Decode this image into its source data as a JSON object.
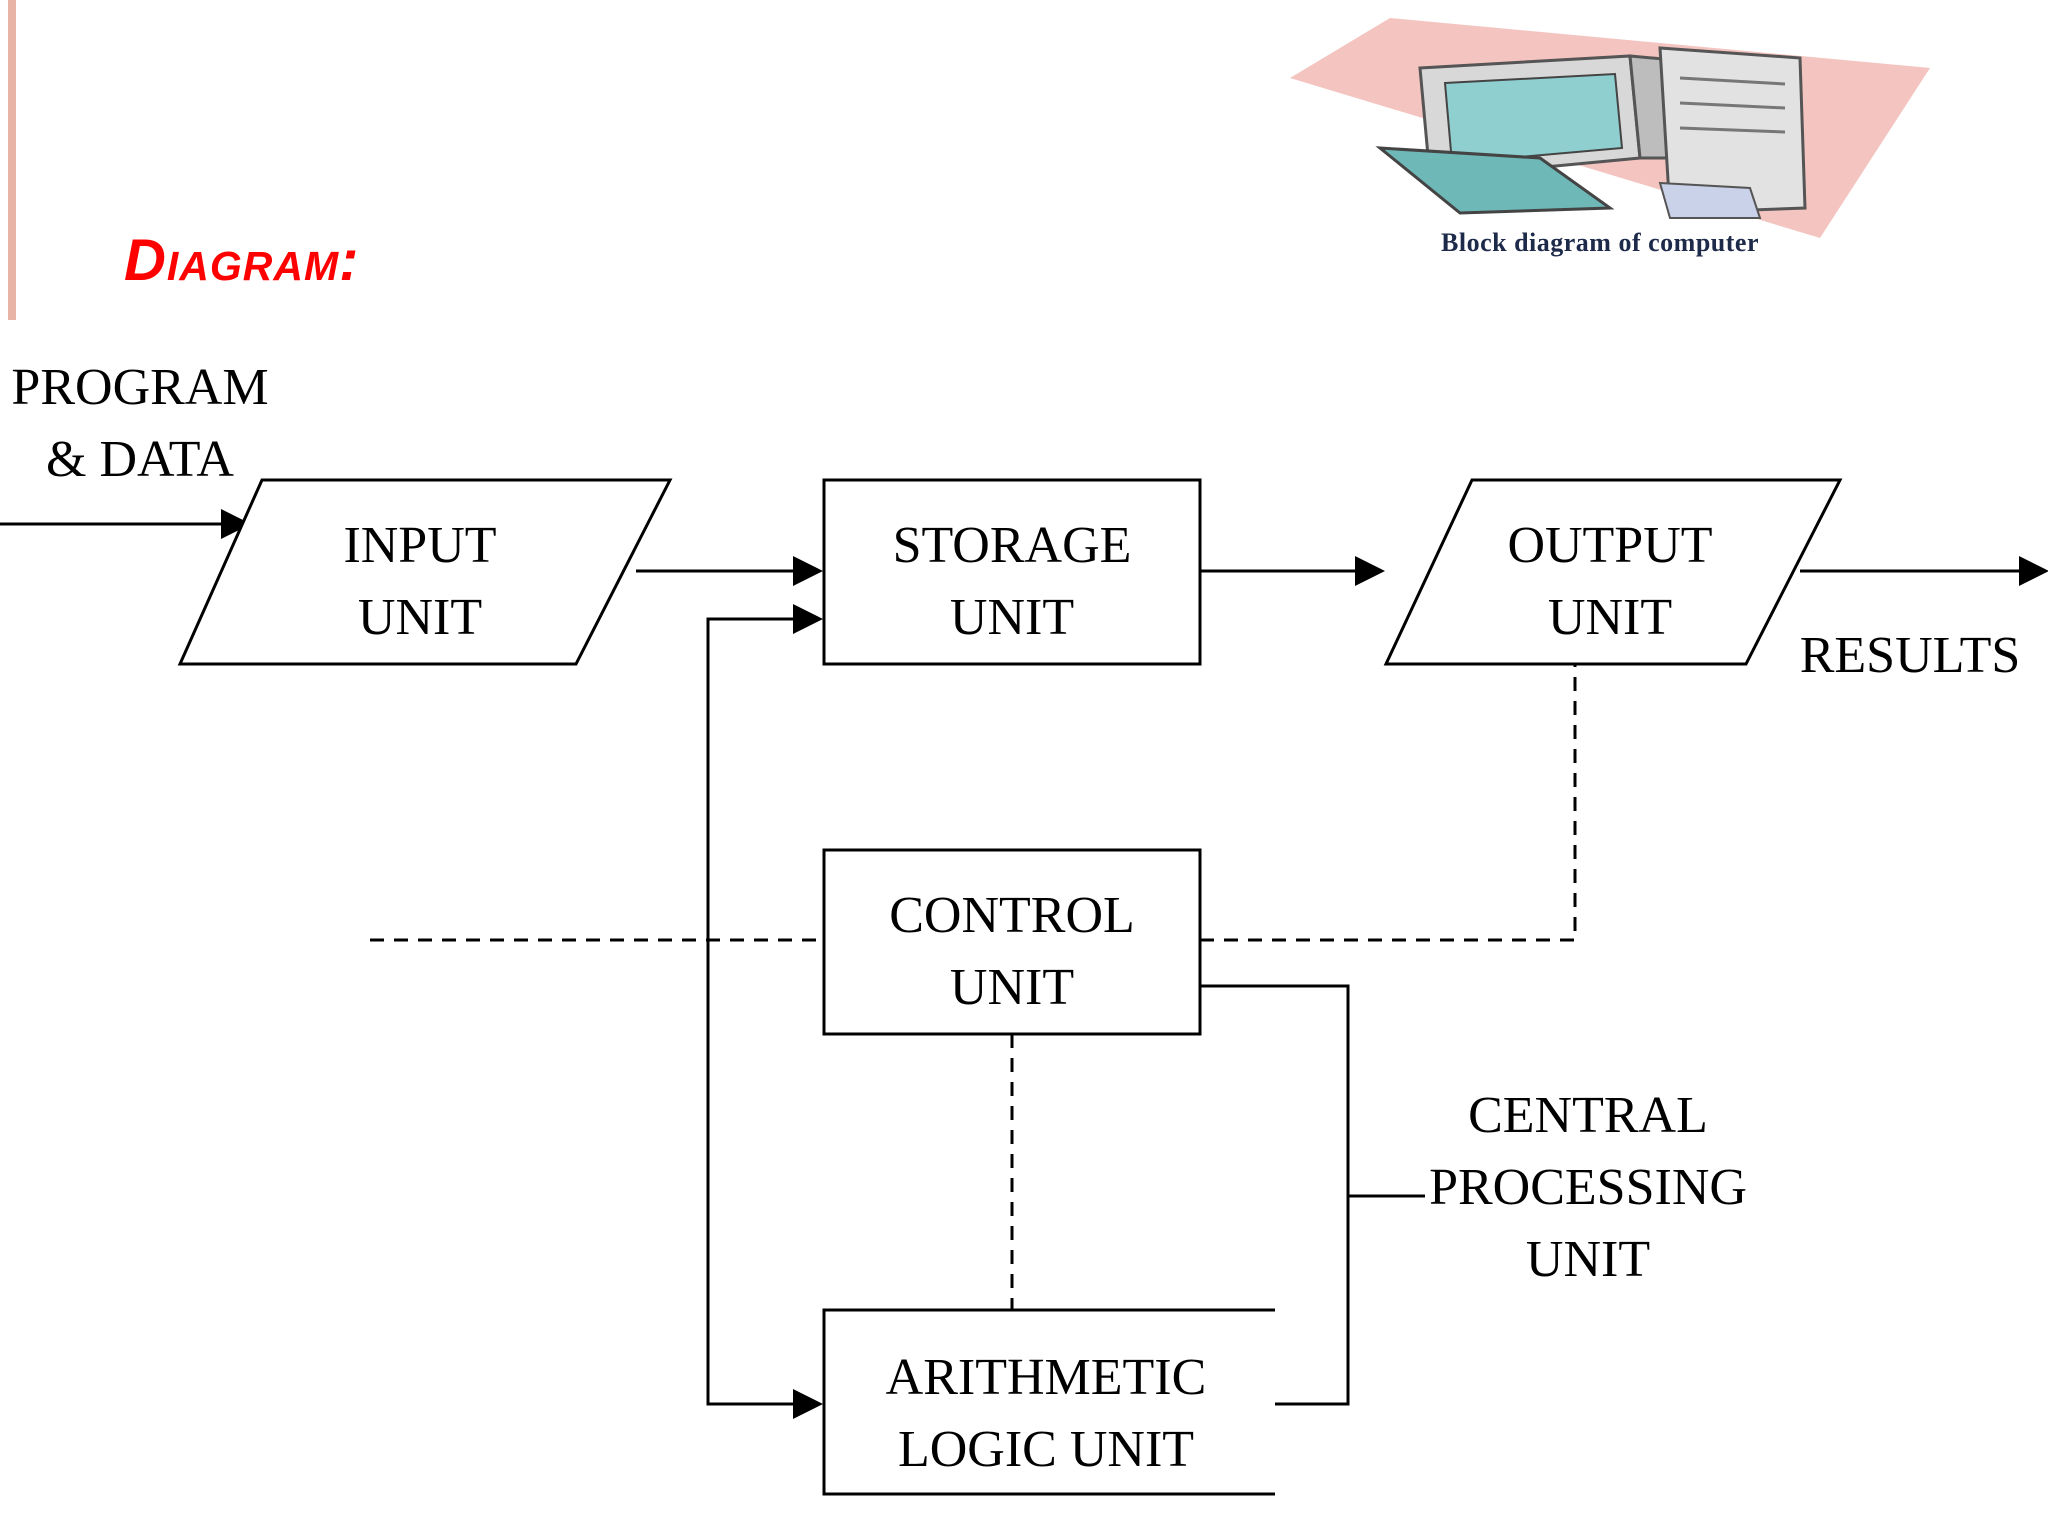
{
  "heading": "Diagram:",
  "clipart": {
    "icon": "computer-icon",
    "caption": "Block diagram of computer"
  },
  "diagram": {
    "input_label": [
      "PROGRAM",
      "& DATA"
    ],
    "output_label": "RESULTS",
    "cpu_label": [
      "CENTRAL",
      "PROCESSING",
      "UNIT"
    ],
    "nodes": {
      "input_unit": [
        "INPUT",
        "UNIT"
      ],
      "storage_unit": [
        "STORAGE",
        "UNIT"
      ],
      "output_unit": [
        "OUTPUT",
        "UNIT"
      ],
      "control_unit": [
        "CONTROL",
        "UNIT"
      ],
      "alu": [
        "ARITHMETIC",
        "LOGIC UNIT"
      ]
    }
  }
}
